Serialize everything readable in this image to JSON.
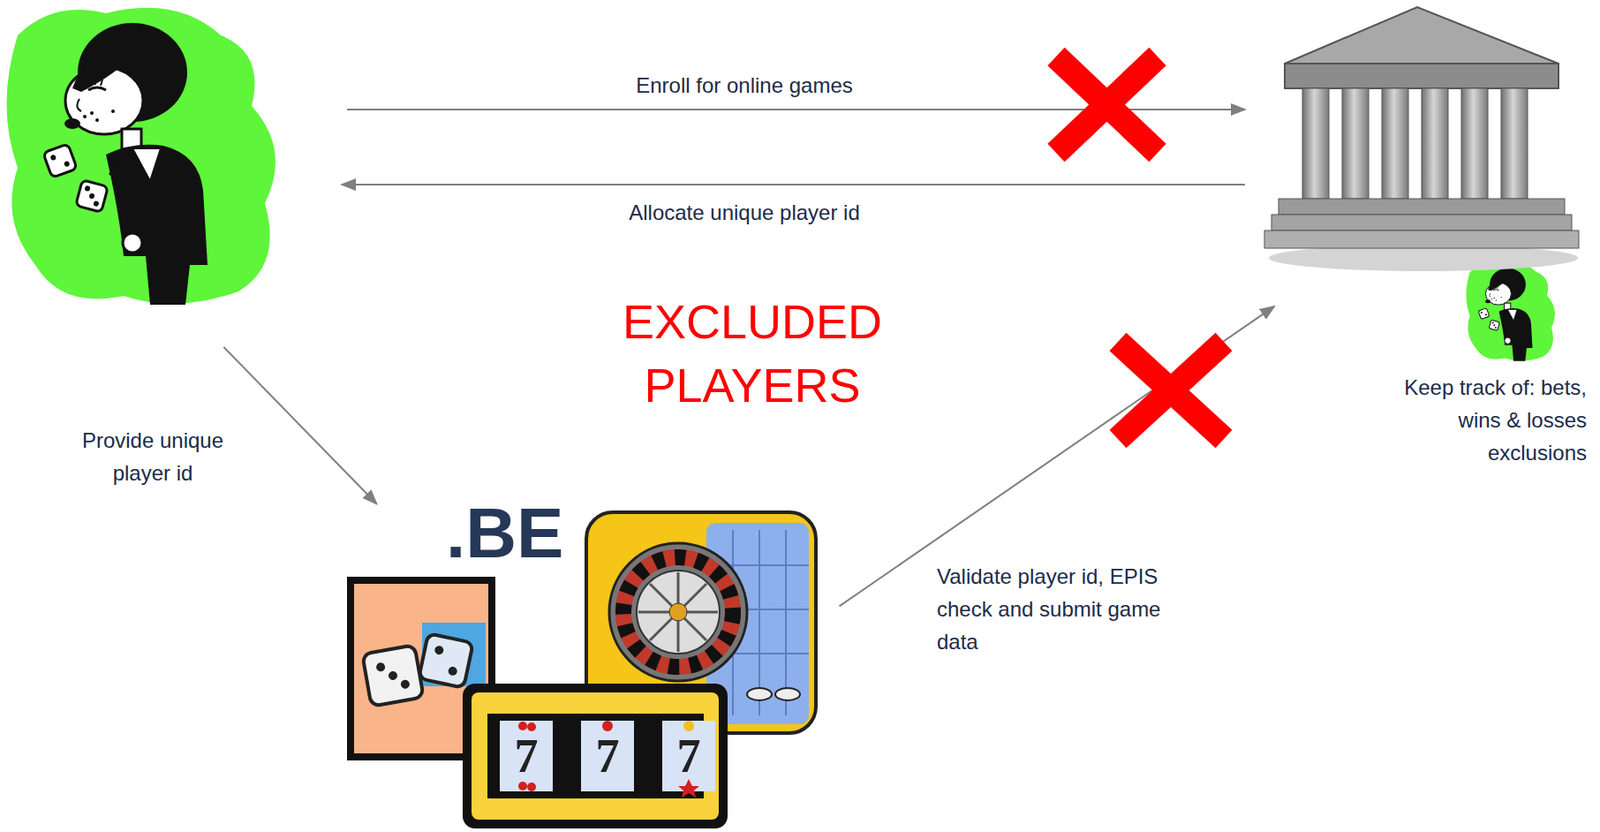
{
  "diagram": {
    "nodes": [
      {
        "text": []
      },
      {
        "text": [
          "Keep track of: bets, wins & losses exclusions"
        ]
      },
      {
        "text": [
          ".BE"
        ]
      }
    ],
    "edges": [
      {
        "from": 0,
        "to": 1,
        "label": "Enroll for online games",
        "arrow": "to"
      },
      {
        "from": 1,
        "to": 0,
        "label": "Allocate unique player id",
        "arrow": "to"
      },
      {
        "from": 0,
        "to": 2,
        "label": "Provide unique player id",
        "arrow": "to"
      },
      {
        "from": 2,
        "to": 1,
        "label": "Validate player id, EPIS check and submit game data",
        "arrow": "to"
      }
    ],
    "labels": [
      "EXCLUDED PLAYERS",
      "7",
      "7",
      "7"
    ]
  }
}
